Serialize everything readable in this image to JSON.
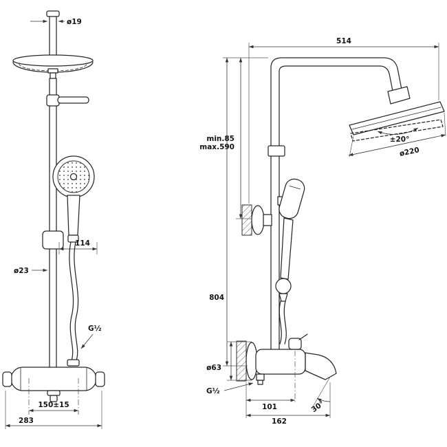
{
  "front_view": {
    "pipe_diameter": "ø19",
    "handshower_offset": "114",
    "rail_diameter": "ø23",
    "hose_thread": "G½",
    "inlet_spacing": "150±15",
    "overall_width": "283"
  },
  "side_view": {
    "arm_reach": "514",
    "bracket_min": "min.85",
    "bracket_max": "max.590",
    "head_tilt": "±20°",
    "head_diameter": "ø220",
    "column_height": "804",
    "escutcheon_diameter": "ø63",
    "outlet_thread": "G½",
    "spout_offset": "101",
    "spout_reach": "162",
    "spout_angle": "30°"
  }
}
